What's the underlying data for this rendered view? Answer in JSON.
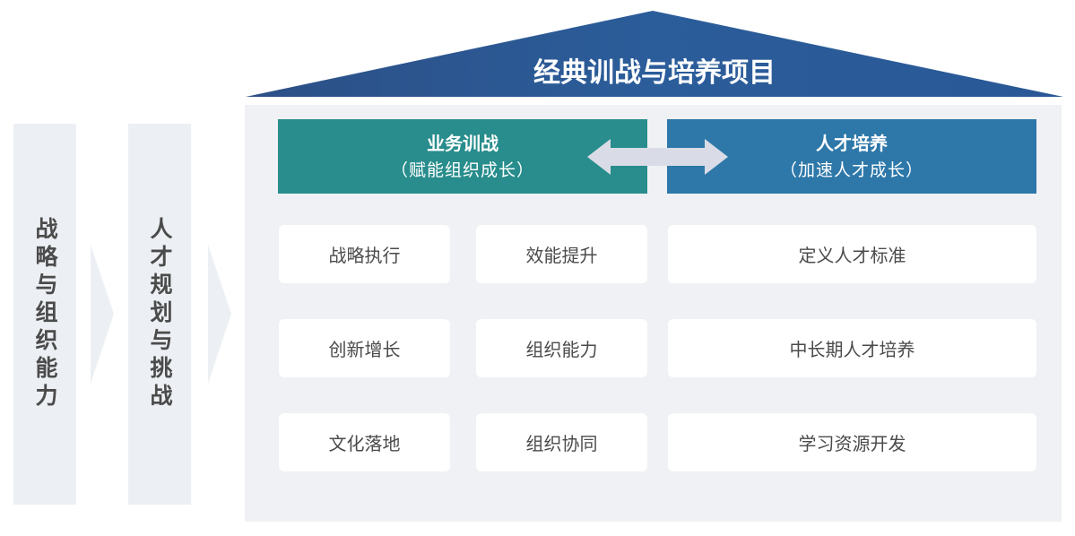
{
  "left_columns": [
    {
      "label": "战略与组织能力"
    },
    {
      "label": "人才规划与挑战"
    }
  ],
  "roof": {
    "title": "经典训战与培养项目"
  },
  "headers": {
    "left": {
      "title": "业务训战",
      "subtitle": "（赋能组织成长）"
    },
    "right": {
      "title": "人才培养",
      "subtitle": "（加速人才成长）"
    }
  },
  "grid": {
    "rows": [
      {
        "col1": "战略执行",
        "col2": "效能提升",
        "col3": "定义人才标准"
      },
      {
        "col1": "创新增长",
        "col2": "组织能力",
        "col3": "中长期人才培养"
      },
      {
        "col1": "文化落地",
        "col2": "组织协同",
        "col3": "学习资源开发"
      }
    ]
  },
  "colors": {
    "roof": "#2d5f99",
    "left_header": "#288d8c",
    "right_header": "#2e78a9",
    "panel": "#eff1f4",
    "column": "#eceff3"
  }
}
